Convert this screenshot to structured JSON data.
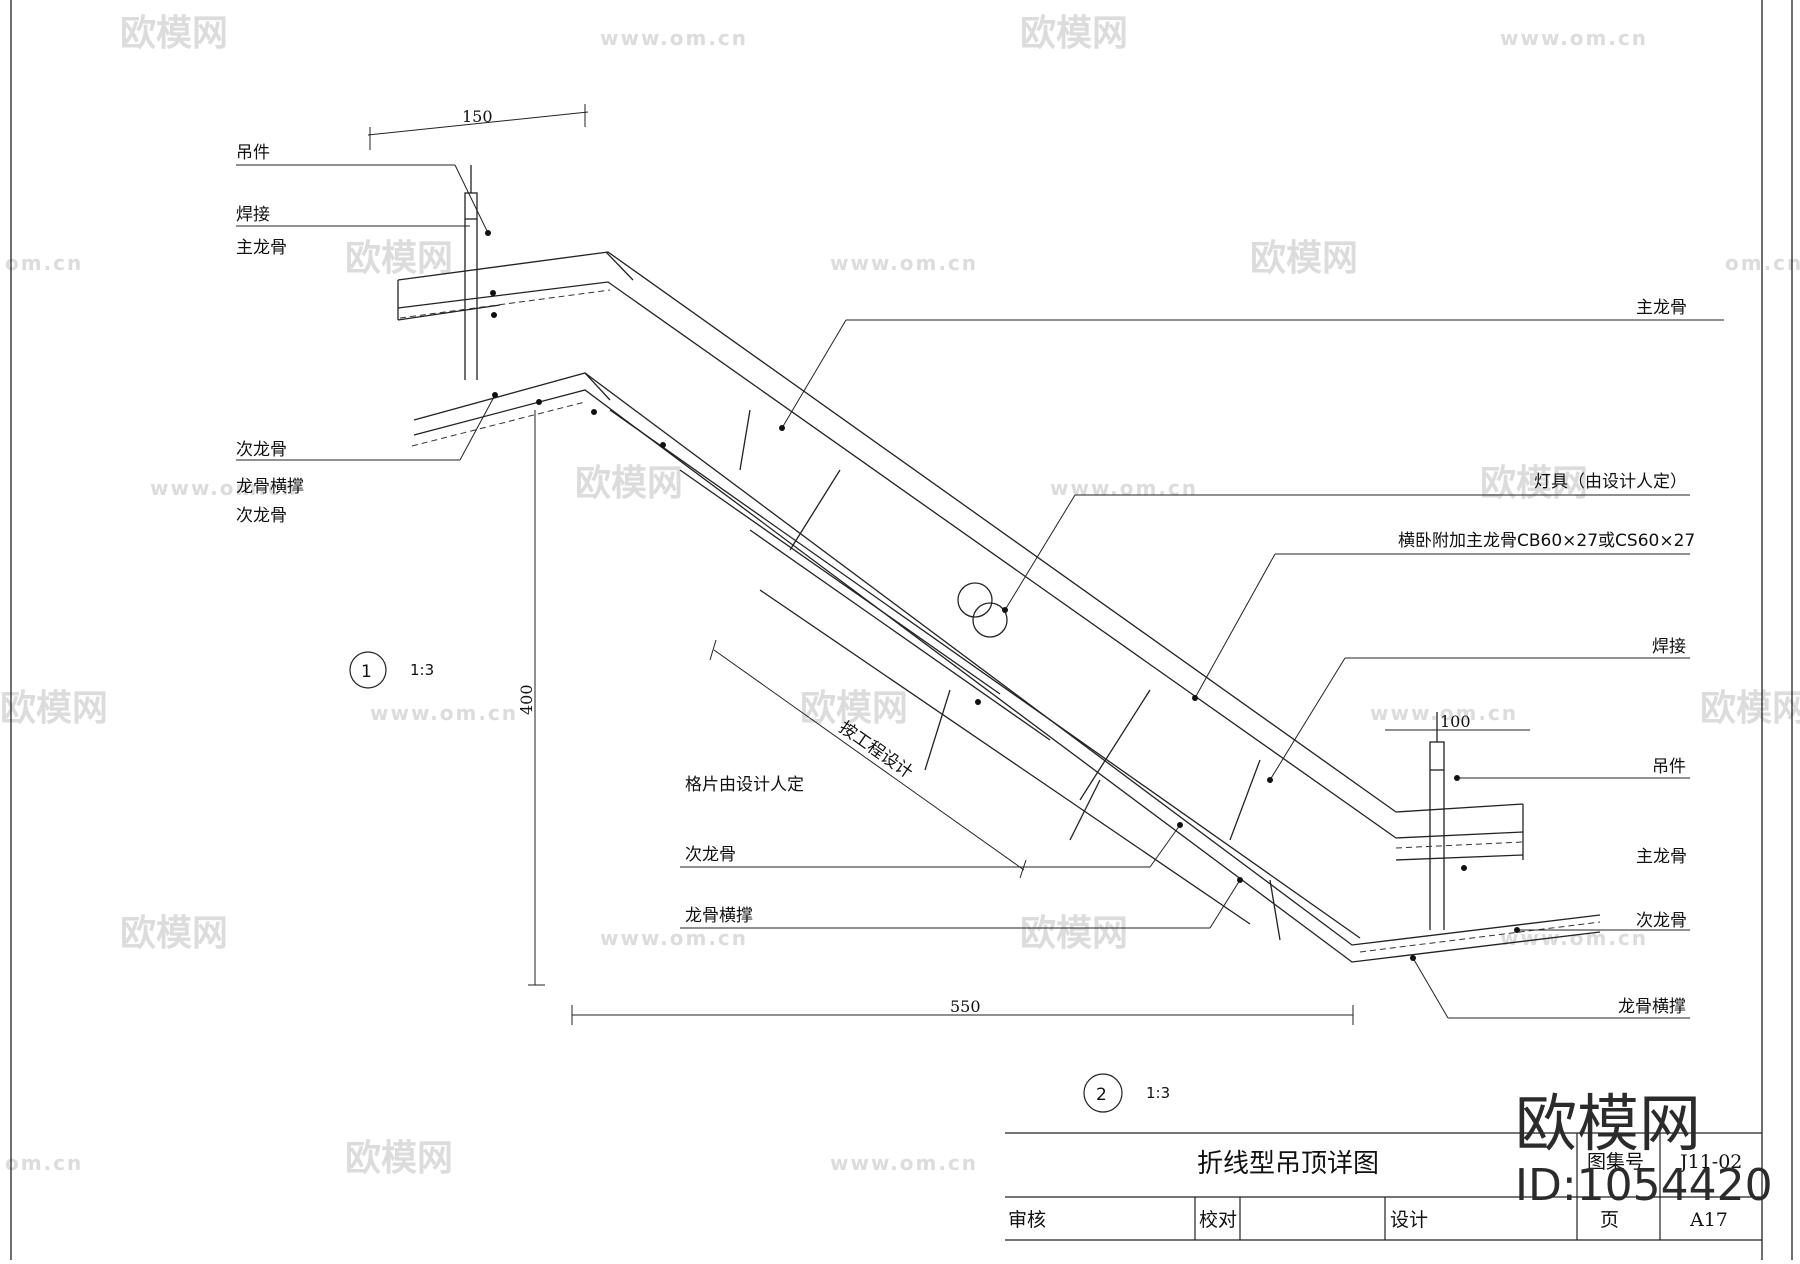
{
  "watermark": {
    "brand": "欧模网",
    "url": "www.om.cn",
    "url_fragment": "om.cn",
    "corner_brand": "欧模网",
    "corner_id": "ID:1054420"
  },
  "detail1": {
    "number": "1",
    "scale": "1:3",
    "labels": {
      "hanger": "吊件",
      "weld": "焊接",
      "main_keel": "主龙骨",
      "secondary_keel": "次龙骨",
      "keel_brace": "龙骨横撑",
      "secondary_keel_2": "次龙骨"
    },
    "dims": {
      "top": "150",
      "vertical": "400",
      "bottom": "550"
    }
  },
  "detail2": {
    "number": "2",
    "scale": "1:3",
    "labels": {
      "main_keel": "主龙骨",
      "light": "灯具（由设计人定）",
      "cross_keel": "横卧附加主龙骨CB60×27或CS60×27",
      "weld": "焊接",
      "hanger": "吊件",
      "main_keel_2": "主龙骨",
      "secondary_keel": "次龙骨",
      "keel_brace": "龙骨横撑",
      "grille": "格片由设计人定",
      "secondary_keel_left": "次龙骨",
      "keel_brace_left": "龙骨横撑",
      "by_design": "按工程设计"
    },
    "dims": {
      "right": "100"
    }
  },
  "title_block": {
    "title": "折线型吊顶详图",
    "atlas_label": "图集号",
    "atlas_no": "J11-02",
    "review": "审核",
    "check": "校对",
    "design": "设计",
    "page_label": "页",
    "page_no": "A17"
  }
}
